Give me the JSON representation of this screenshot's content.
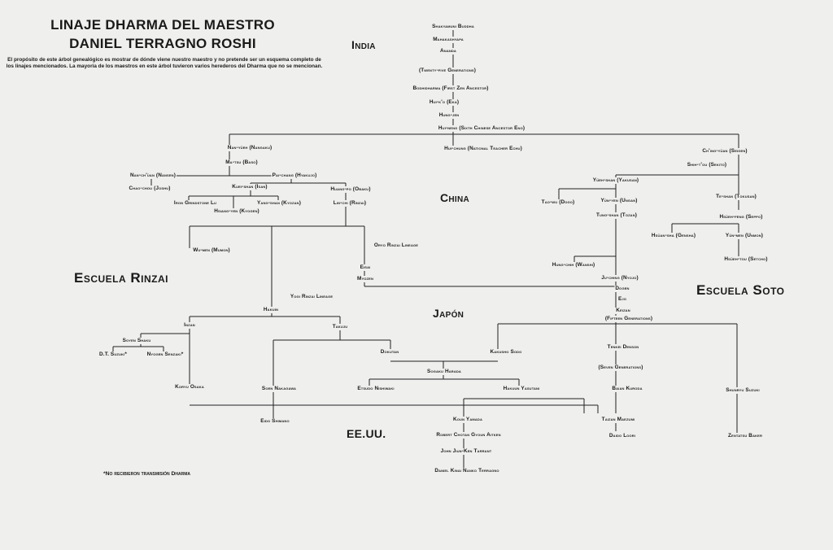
{
  "header": {
    "title_line1": "LINAJE DHARMA DEL MAESTRO",
    "title_line2": "DANIEL TERRAGNO ROSHI",
    "intro": "El propósito de este árbol genealógico es mostrar de dónde viene nuestro maestro y no pretende ser un esquema completo de los linajes mencionados. La mayoría de los maestros en este árbol tuvieron varios herederos del Dharma que no se mencionan."
  },
  "regions": {
    "india": "India",
    "china": "China",
    "japan": "Japón",
    "usa": "EE.UU."
  },
  "schools": {
    "rinzai": "Escuela Rinzai",
    "soto": "Escuela Soto"
  },
  "footnote": "*No recibieron transmisión Dharma",
  "nodes": {
    "shakyamuni": "Shakyamuni Buddha",
    "mahakashyapa": "Mahakashyapa",
    "ananda": "Ananda",
    "twentyfive": "(Twenty-five Generations)",
    "bodhidharma": "Bodhidharma (First Zen Ancestor)",
    "huiko": "Hui-k'o (Eka)",
    "hungjen": "Hung-jen",
    "huineng": "Hui-neng (Sixth Chinese Ancestor Eno)",
    "nanyueh": "Nan-yüeh (Nangaku)",
    "huichung": "Hui-chung (National Teacher Echu)",
    "chingyuan": "Ch'ing-yüan (Seigen)",
    "matsu": "Ma-tsu (Baso)",
    "shihtou": "Shih-t'ou (Sekito)",
    "nanchuan": "Nan-ch'üan (Nansen)",
    "paichang": "Pai-chang (Hyakujo)",
    "chaochou": "Chao-chou (Joshu)",
    "kueishan": "Kuei-shan (Isan)",
    "huangpo": "Huang-po (Obaku)",
    "irongrindstone": "Iron Grindstone Lu",
    "yangshan": "Yang-shan (Kyozan)",
    "hsiangyen": "Hsiang-yen (Kyogen)",
    "linchi": "Lin-chi (Rinzai)",
    "yuehshan": "Yüeh-shan (Yakusan)",
    "taowu": "Tao-wu (Dogo)",
    "yunyen": "Yün-yen (Ungan)",
    "teshan": "Te-shan (Tokusan)",
    "tungshan": "Tung-shan (Tozan)",
    "hsuehfeng": "Hsüeh-feng (Seppo)",
    "hsuansha": "Hsüan-sha (Gensha)",
    "yunmen": "Yün-men (Unmon)",
    "hsuehtou": "Hsüeh-tou (Setcho)",
    "wumen": "Wu-men (Mumon)",
    "oryo": "Oryo Rinzai Lineage",
    "eisai": "Eisai",
    "myozen": "Myozen",
    "hungchih": "Hung-chih (Wanshi)",
    "juching": "Ju-ching (Nyojo)",
    "dogen": "Dogen",
    "ejo": "Ejo",
    "keizan": "Keizan",
    "fifteen": "(Fifteen Generations)",
    "yogi": "Yogi Rinzai Lineage",
    "hakuin": "Hakuin",
    "inzan": "Inzan",
    "takuju": "Takuju",
    "soyen": "Soyen Shaku",
    "suzukidt": "D.T. Suzuki*",
    "nyogen": "Nyogen Senzaki*",
    "dokutan": "Dokutan",
    "kakusho": "Kakusho Sodo",
    "tenkei": "Tenkei Denson",
    "sogaku": "Sogaku Harada",
    "seven": "(Seven Generations)",
    "koryu": "Koryu Osaka",
    "soen": "Soen Nakagawa",
    "etsudo": "Etsudo Nishiwaki",
    "yasutani": "Hakuun Yasutani",
    "baian": "Baian Kuroda",
    "shunryu": "Shunryu Suzuki",
    "eido": "Eido Shimano",
    "kounyamada": "Koun Yamada",
    "maezumi": "Taizan Maezumi",
    "aitken": "Robert Chotan Gyoun Aitken",
    "loori": "Daido Loori",
    "baker": "Zentatsu Baker",
    "tarrant": "John Jiun-Ken Tarrant",
    "terragno": "Daniel Kinai Nanko Terragno"
  }
}
